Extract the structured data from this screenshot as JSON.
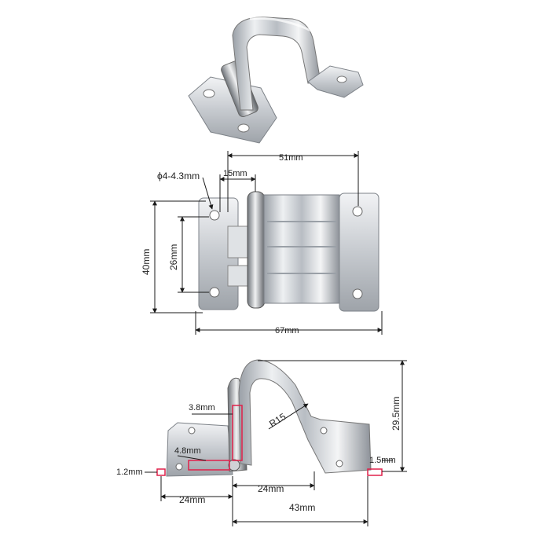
{
  "colors": {
    "steel_light": "#eef0f2",
    "steel_mid": "#c9cdd2",
    "steel_dark": "#8d9299",
    "dim_line": "#1a1a1a",
    "highlight": "#e0204a"
  },
  "front_view": {
    "width_overall": "51mm",
    "hole_diameter": "ϕ4-4.3mm",
    "pin_offset": "15mm",
    "height": "40mm",
    "hole_spacing": "26mm",
    "length": "67mm"
  },
  "side_view": {
    "plate_step": "3.8mm",
    "radius": "R15",
    "height": "29.5mm",
    "pin_width": "4.8mm",
    "left_thickness": "1.2mm",
    "right_thickness": "1.5mm",
    "left_span": "24mm",
    "mid_span": "24mm",
    "total_span": "43mm"
  }
}
